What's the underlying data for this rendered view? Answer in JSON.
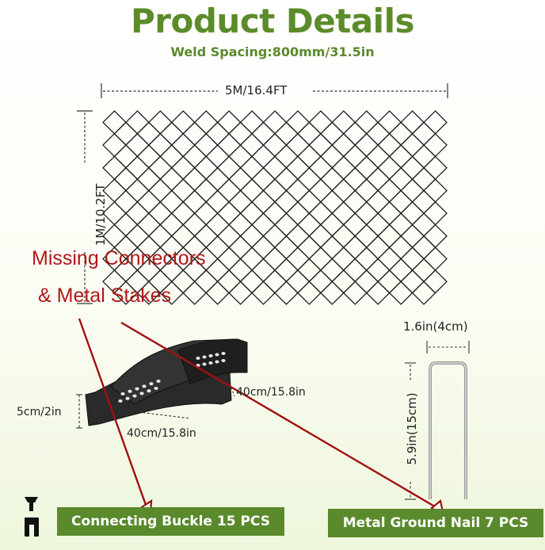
{
  "header": {
    "title": "Product Details",
    "subtitle": "Weld Spacing:800mm/31.5in"
  },
  "mesh": {
    "width_label": "5M/16.4FT",
    "height_label": "1M/10.2FT"
  },
  "overlay": {
    "line1": "Missing Connectors",
    "line2": "& Metal Stakes",
    "color": "#b01818"
  },
  "buckle": {
    "height_label": "5cm/2in",
    "length_label_1": "40cm/15.8in",
    "length_label_2": "40cm/15.8in",
    "banner": "Connecting Buckle 15 PCS"
  },
  "stake": {
    "width_label": "1.6in(4cm)",
    "height_label": "5.9in(15cm)",
    "banner": "Metal Ground Nail 7 PCS"
  },
  "colors": {
    "brand_green": "#5c8b2a",
    "banner_green": "#5a8a2c"
  },
  "icons": [
    "connector-icon"
  ]
}
